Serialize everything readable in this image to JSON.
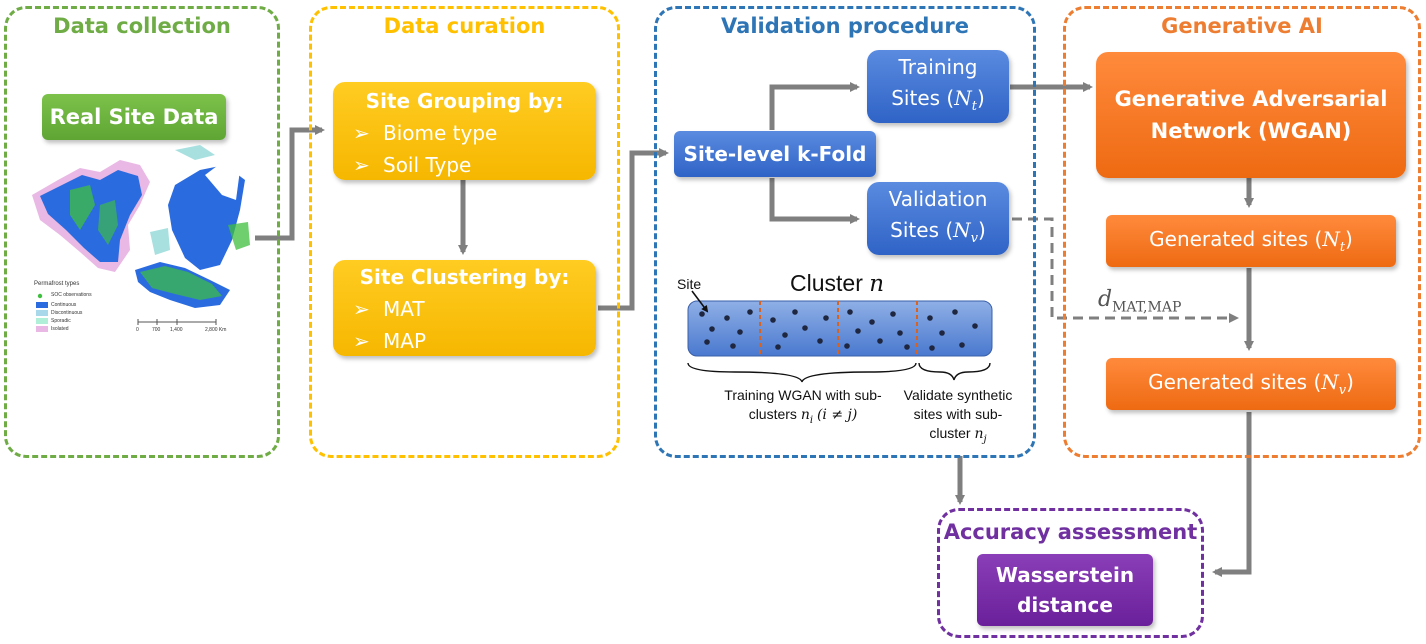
{
  "panels": {
    "collection": {
      "title": "Data collection",
      "color": "#6fac46"
    },
    "curation": {
      "title": "Data curation",
      "color": "#ffc000"
    },
    "validation": {
      "title": "Validation procedure",
      "color": "#2e75b6"
    },
    "generative": {
      "title": "Generative AI",
      "color": "#ed7d31"
    },
    "accuracy": {
      "title": "Accuracy assessment",
      "color": "#7030a0"
    }
  },
  "real_site_data": "Real Site Data",
  "map_legend": {
    "title": "Permafrost types",
    "items": [
      "SOC observations",
      "Continuous",
      "Discontinuous",
      "Sporadic",
      "Isolated"
    ],
    "scale": [
      "0",
      "700",
      "1,400",
      "2,800 Km"
    ]
  },
  "grouping": {
    "heading": "Site Grouping by:",
    "items": [
      "Biome type",
      "Soil Type"
    ]
  },
  "clustering": {
    "heading": "Site Clustering by:",
    "items": [
      "MAT",
      "MAP"
    ]
  },
  "kfold": "Site-level k-Fold",
  "training_sites": {
    "line1": "Training",
    "line2": "Sites (",
    "sym": "N",
    "sub": "t",
    "close": ")"
  },
  "validation_sites": {
    "line1": "Validation",
    "line2": "Sites (",
    "sym": "N",
    "sub": "v",
    "close": ")"
  },
  "cluster": {
    "label": "Cluster ",
    "sym": "n",
    "site_label": "Site"
  },
  "cluster_notes": {
    "train_1": "Training WGAN with sub-",
    "train_2a": "clusters ",
    "train_sym": "n",
    "train_sub": "i",
    "train_cond": "(i ≠ j)",
    "val_1": "Validate synthetic",
    "val_2": "sites with sub-",
    "val_3a": "cluster ",
    "val_sym": "n",
    "val_sub": "j"
  },
  "wgan": {
    "line1": "Generative Adversarial",
    "line2": "Network (WGAN)"
  },
  "gen_t": {
    "text": "Generated sites (",
    "sym": "N",
    "sub": "t",
    "close": ")"
  },
  "gen_v": {
    "text": "Generated sites (",
    "sym": "N",
    "sub": "v",
    "close": ")"
  },
  "distance_label": {
    "sym": "d",
    "sub": "MAT,MAP"
  },
  "wasserstein": {
    "line1": "Wasserstein",
    "line2": "distance"
  }
}
